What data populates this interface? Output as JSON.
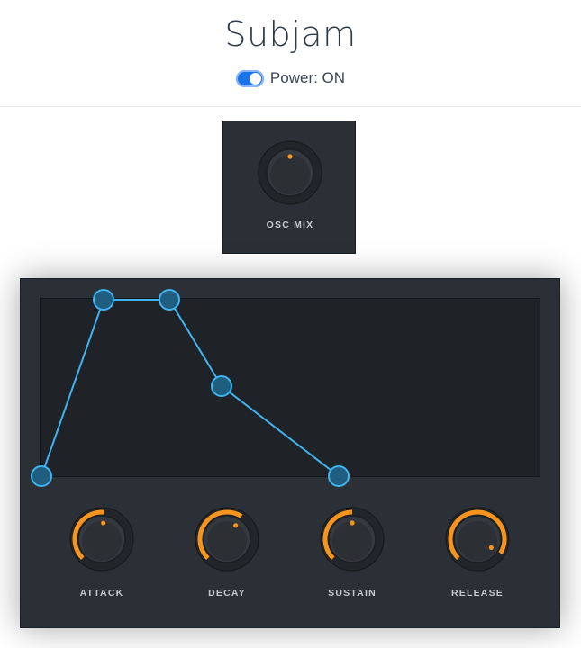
{
  "app": {
    "title": "Subjam"
  },
  "power": {
    "label": "Power: ON",
    "on": true
  },
  "osc": {
    "label": "OSC MIX",
    "value": 0.5
  },
  "envelope": {
    "knobs": [
      {
        "id": "attack",
        "label": "ATTACK",
        "value": 0.52
      },
      {
        "id": "decay",
        "label": "DECAY",
        "value": 0.62
      },
      {
        "id": "sustain",
        "label": "SUSTAIN",
        "value": 0.5
      },
      {
        "id": "release",
        "label": "RELEASE",
        "value": 0.95
      }
    ]
  },
  "colors": {
    "accent": "#f7941d",
    "envelope_line": "#3fb4f0",
    "panel": "#2b3036",
    "toggle": "#1a73e8"
  }
}
